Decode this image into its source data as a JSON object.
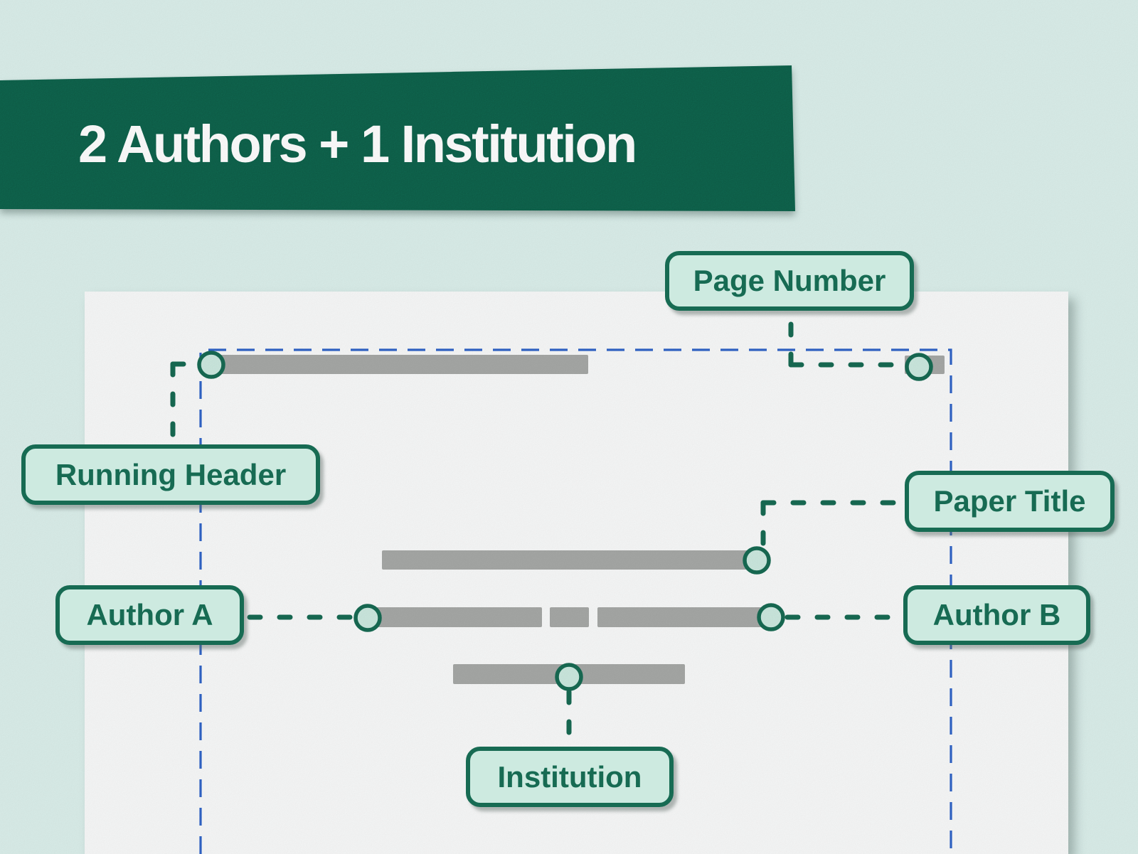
{
  "banner": {
    "title": "2 Authors + 1 Institution"
  },
  "callouts": {
    "page_number": {
      "label": "Page Number"
    },
    "running_header": {
      "label": "Running Header"
    },
    "paper_title": {
      "label": "Paper Title"
    },
    "author_a": {
      "label": "Author A"
    },
    "author_b": {
      "label": "Author B"
    },
    "institution": {
      "label": "Institution"
    }
  },
  "colors": {
    "mint_bg": "#dcf0ec",
    "page_bg": "#f9fafa",
    "banner_green": "#137a5e",
    "label_fill": "#cdeae0",
    "label_border": "#176b53",
    "bar_gray": "#a7a9a7",
    "margin_blue": "#3064c8",
    "banner_text": "#ffffff"
  }
}
